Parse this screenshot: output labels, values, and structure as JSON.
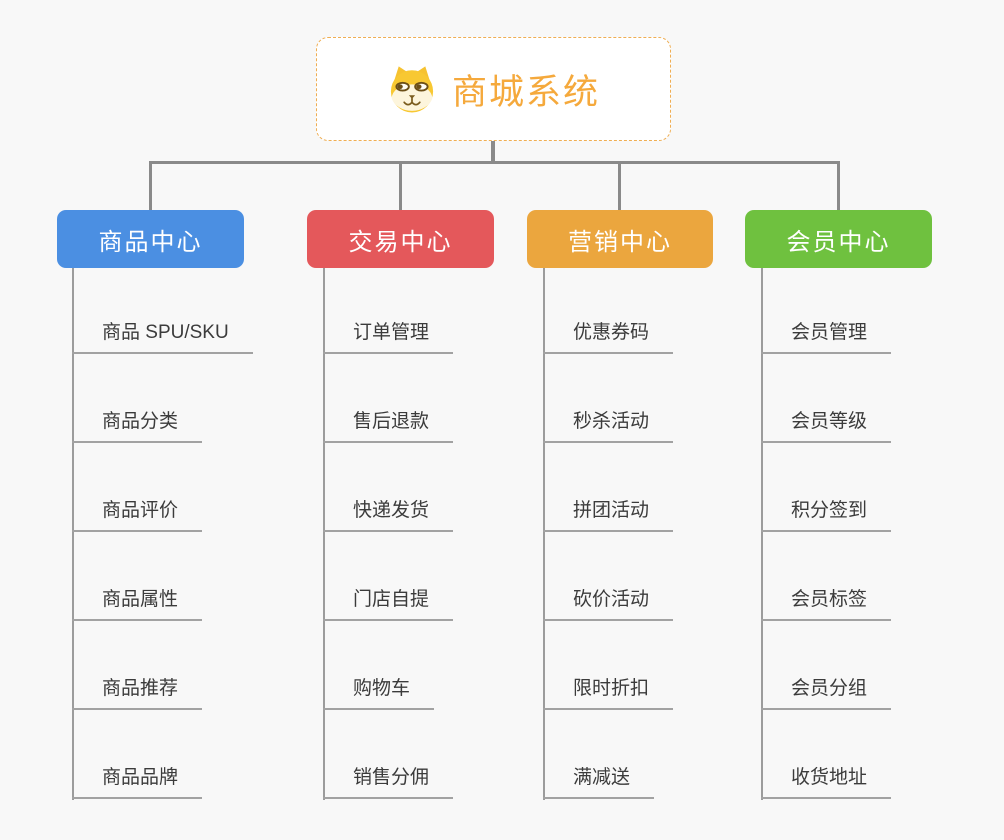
{
  "root": {
    "title": "商城系统",
    "icon": "doge-icon",
    "title_color": "#f5a93c",
    "border_color": "#f0ae52"
  },
  "palette": {
    "background": "#f8f8f8",
    "connector": "#8a8a8a",
    "leaf_line": "#a2a2a2",
    "leaf_text": "#3b3b3b"
  },
  "branches": [
    {
      "label": "商品中心",
      "color": "#4b8fe2",
      "children": [
        "商品 SPU/SKU",
        "商品分类",
        "商品评价",
        "商品属性",
        "商品推荐",
        "商品品牌"
      ]
    },
    {
      "label": "交易中心",
      "color": "#e4585b",
      "children": [
        "订单管理",
        "售后退款",
        "快递发货",
        "门店自提",
        "购物车",
        "销售分佣"
      ]
    },
    {
      "label": "营销中心",
      "color": "#eba63e",
      "children": [
        "优惠券码",
        "秒杀活动",
        "拼团活动",
        "砍价活动",
        "限时折扣",
        "满减送"
      ]
    },
    {
      "label": "会员中心",
      "color": "#6fc13f",
      "children": [
        "会员管理",
        "会员等级",
        "积分签到",
        "会员标签",
        "会员分组",
        "收货地址"
      ]
    }
  ]
}
